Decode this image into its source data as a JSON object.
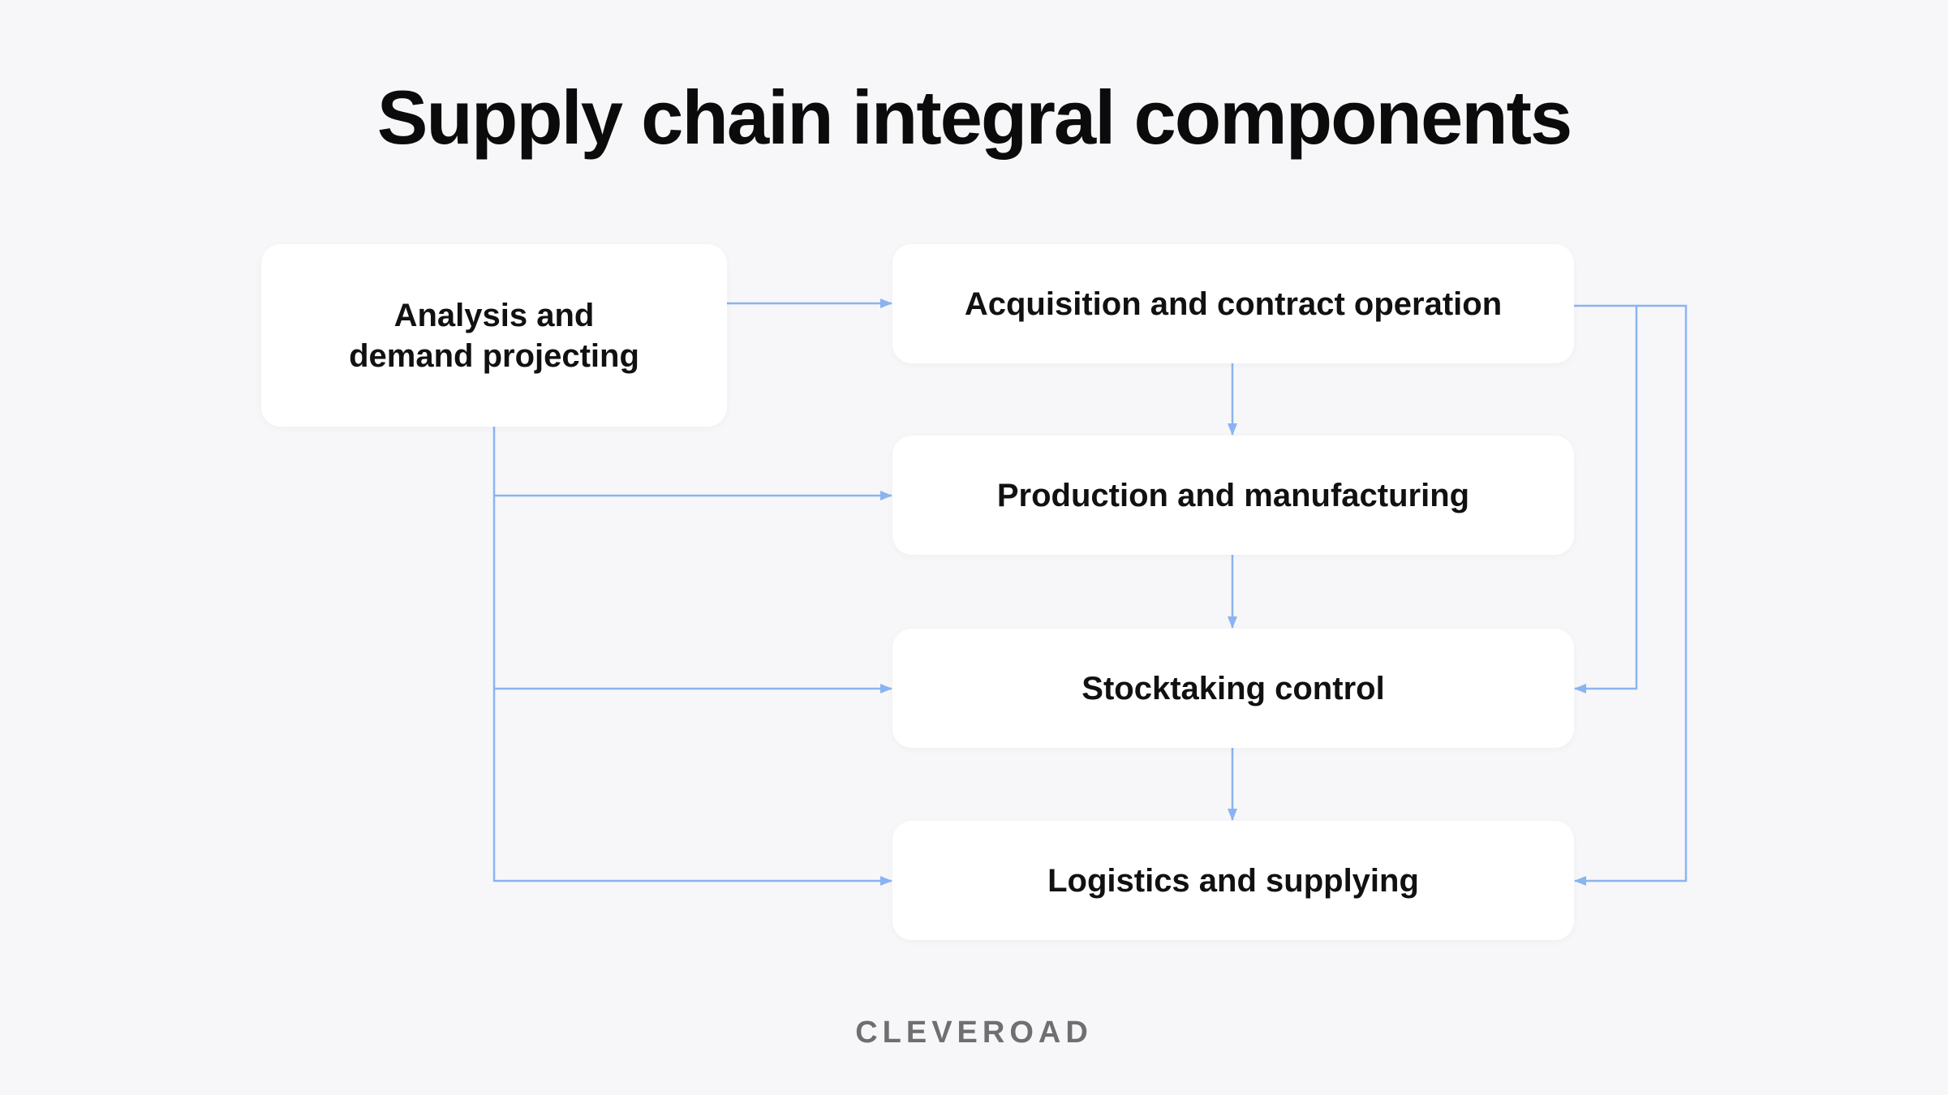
{
  "title": "Supply chain integral components",
  "nodes": {
    "analysis": {
      "line1": "Analysis and",
      "line2": "demand projecting"
    },
    "acquisition": {
      "label": "Acquisition and contract operation"
    },
    "production": {
      "label": "Production and manufacturing"
    },
    "stocktaking": {
      "label": "Stocktaking control"
    },
    "logistics": {
      "label": "Logistics and supplying"
    }
  },
  "connections": [
    {
      "from": "analysis",
      "to": "acquisition"
    },
    {
      "from": "analysis",
      "to": "production"
    },
    {
      "from": "analysis",
      "to": "stocktaking"
    },
    {
      "from": "analysis",
      "to": "logistics"
    },
    {
      "from": "acquisition",
      "to": "production"
    },
    {
      "from": "production",
      "to": "stocktaking"
    },
    {
      "from": "stocktaking",
      "to": "logistics"
    },
    {
      "from": "acquisition",
      "to": "stocktaking"
    },
    {
      "from": "acquisition",
      "to": "logistics"
    }
  ],
  "colors": {
    "background": "#f7f7f9",
    "box": "#ffffff",
    "connector": "#8ab4f1",
    "title": "#0b0b0b",
    "brand": "#6f6f73"
  },
  "brand": "CLEVEROAD"
}
